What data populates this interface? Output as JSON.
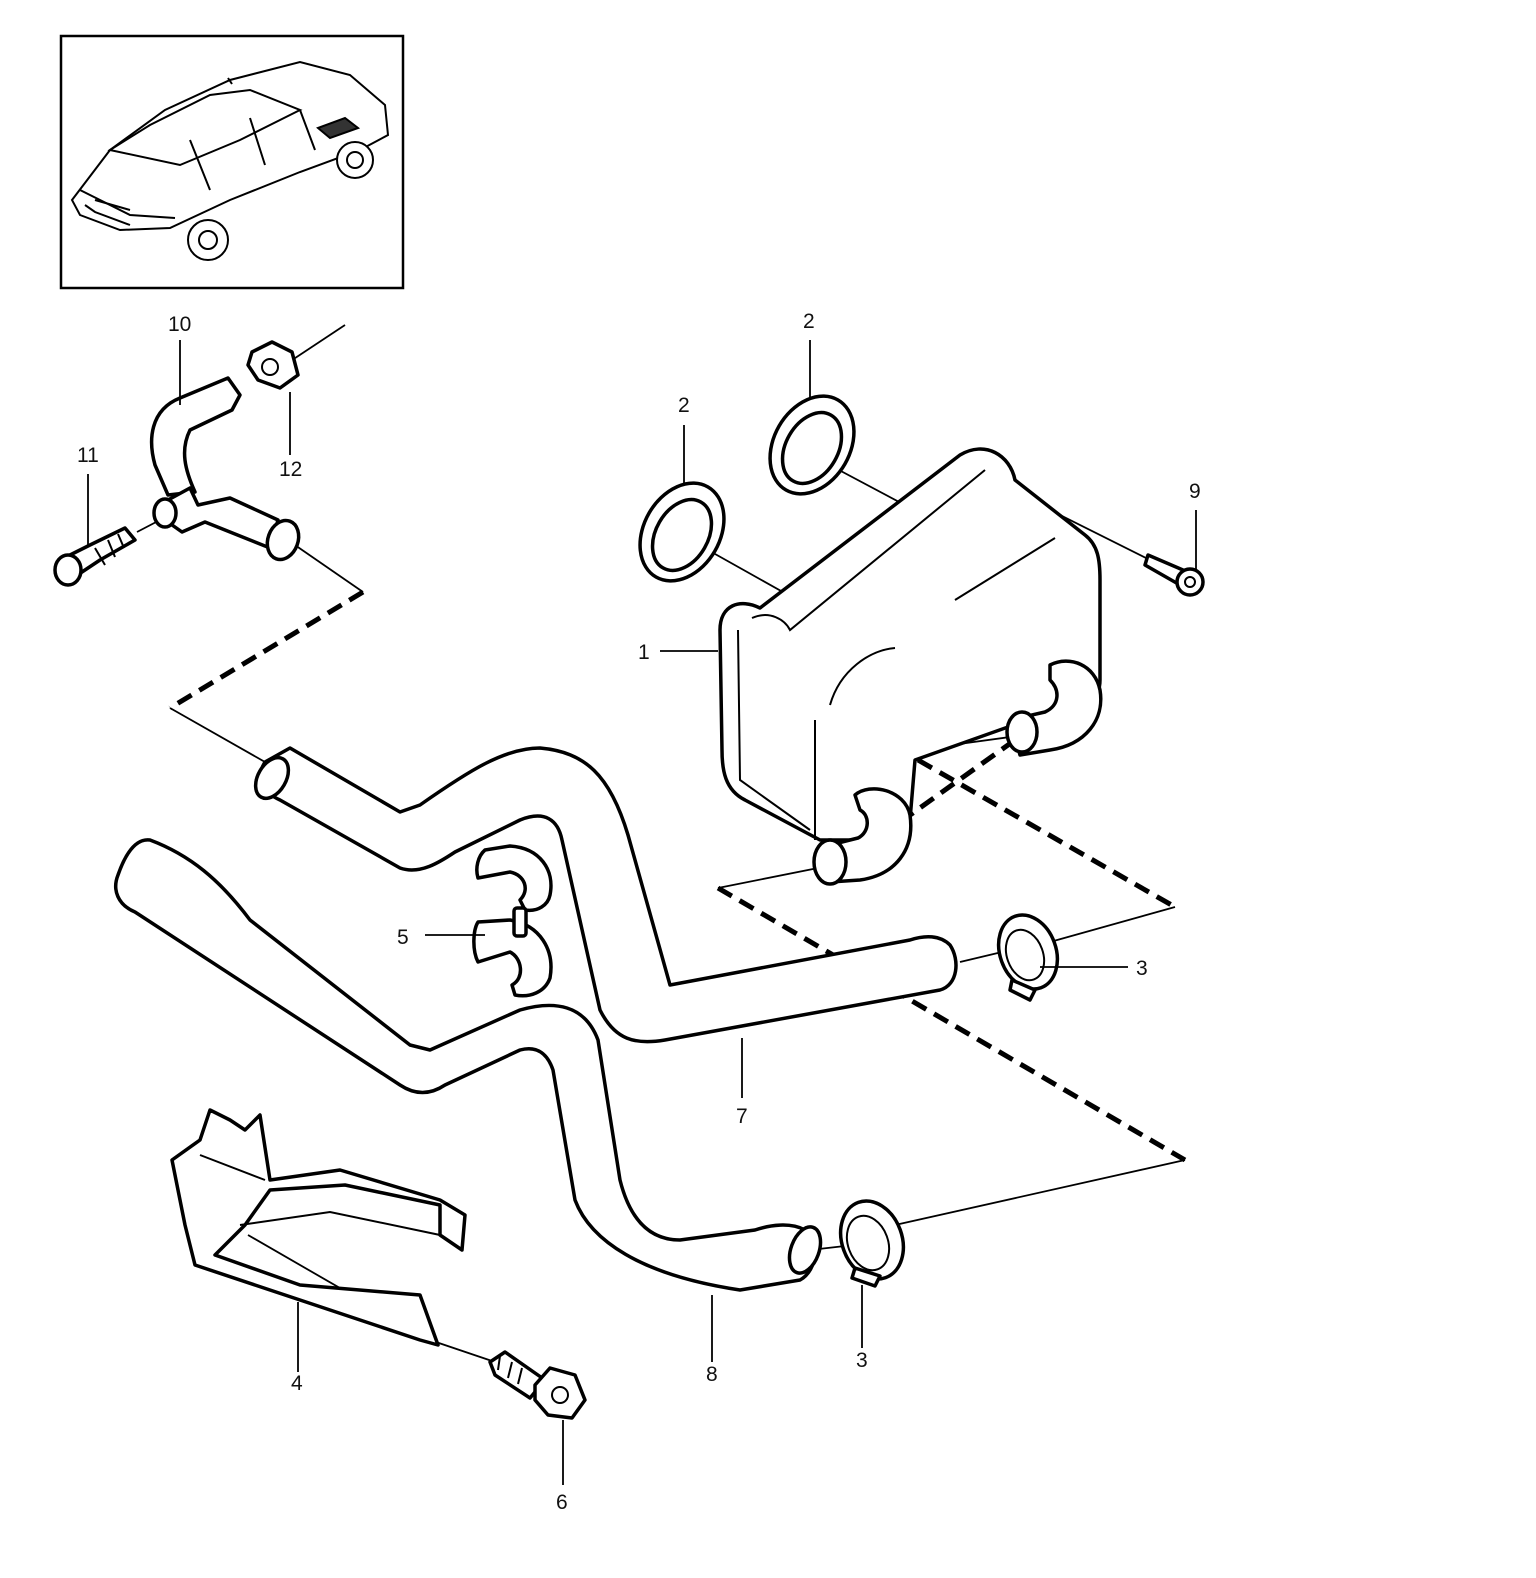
{
  "callouts": {
    "c1": "1",
    "c2a": "2",
    "c2b": "2",
    "c3a": "3",
    "c3b": "3",
    "c4": "4",
    "c5": "5",
    "c6": "6",
    "c7": "7",
    "c8": "8",
    "c9": "9",
    "c10": "10",
    "c11": "11",
    "c12": "12"
  }
}
